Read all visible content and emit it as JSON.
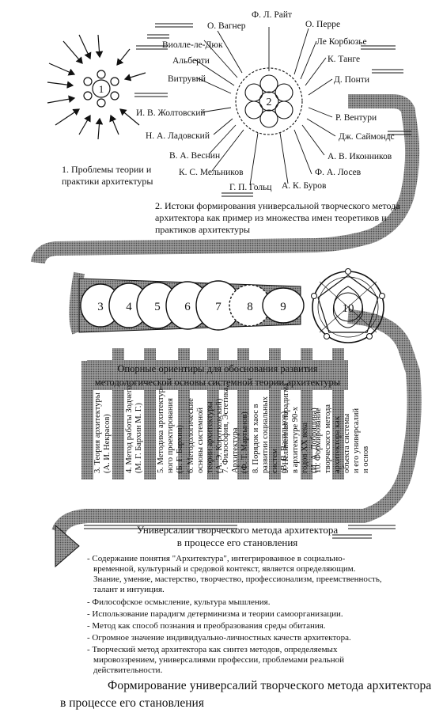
{
  "stage1": {
    "number": "1",
    "caption": [
      "1. Проблемы теории и",
      "практики архитектуры"
    ]
  },
  "stage2": {
    "number": "2",
    "names_left": [
      "Виолле-ле-Дюк",
      "Альберти",
      "Витрувий",
      "И. В. Жолтовский",
      "Н. А. Ладовский",
      "В. А. Веснин",
      "К. С. Мельников",
      "Г. П. Гольц"
    ],
    "names_top": [
      "О. Вагнер",
      "Ф. Л. Райт",
      "О. Перре"
    ],
    "names_right": [
      "Ле Корбюзье",
      "К. Танге",
      "Д. Понти",
      "Р. Вентури",
      "Дж. Саймондс",
      "А. В. Иконников",
      "Ф. А. Лосев",
      "А. К. Буров"
    ],
    "caption": [
      "2. Истоки формирования универсальной творческого метода",
      "архитектора как пример из множества имен теоретиков и",
      "практиков архитектуры"
    ]
  },
  "stage3": {
    "circles": [
      "3",
      "4",
      "5",
      "6",
      "7",
      "8",
      "9",
      "10"
    ],
    "banner": [
      "Опорные ориентиры для обоснования развития",
      "методологической основы системной теории архитектуры"
    ],
    "columns": [
      [
        "3. Теория архитектуры",
        "(А. И. Некрасов)"
      ],
      [
        "4. Метод работы Зодчего",
        "(М. Г. Бархин М. Г.)"
      ],
      [
        "5. Методика архитектур-",
        "ного проектирования",
        "(Б. Г. Бархин)"
      ],
      [
        "6. Методологические",
        "основы системной",
        "теории архитектуры",
        "(А. Э. Коротковский)"
      ],
      [
        "7. Философия, Эстетика,",
        "Архитектура",
        "(Ф. Т. Мартынов)"
      ],
      [
        "8. Порядок и хаос в",
        "развитии социальных",
        "систем",
        "(В. В. Васильков)"
      ],
      [
        "9. Нелинейная парадигма",
        "в архитектуре 90-х",
        "годов XX века",
        "(И. А. Добрицина)"
      ],
      [
        "10. Формирование",
        "творческого метода",
        "архитектора как",
        "объекта системы",
        "и его универсалий",
        "и основ"
      ]
    ]
  },
  "universals": {
    "title": [
      "Универсалии творческого метода архитектора",
      "в процессе его становления"
    ],
    "items": [
      [
        "- Содержание понятия \"Архитектура\", интегрированное в социально-",
        "временной, культурный и средовой контекст, является определяющим.",
        "Знание, умение, мастерство, творчество, профессионализм, преемственность,",
        "талант и интуиция."
      ],
      [
        "- Философское осмысление, культура мышления."
      ],
      [
        "- Использование парадигм детерминизма и теории самоорганизации."
      ],
      [
        "- Метод как способ познания и преобразования среды обитания."
      ],
      [
        "- Огромное значение индивидуально-личностных качеств архитектора."
      ],
      [
        "- Творческий метод архитектора как синтез методов, определяемых",
        "мировоззрением, универсалиями профессии, проблемами реальной",
        "действительности."
      ]
    ]
  },
  "figure_caption": [
    "Формирование универсалий творческого метода архитектора",
    "в процессе его становления"
  ]
}
